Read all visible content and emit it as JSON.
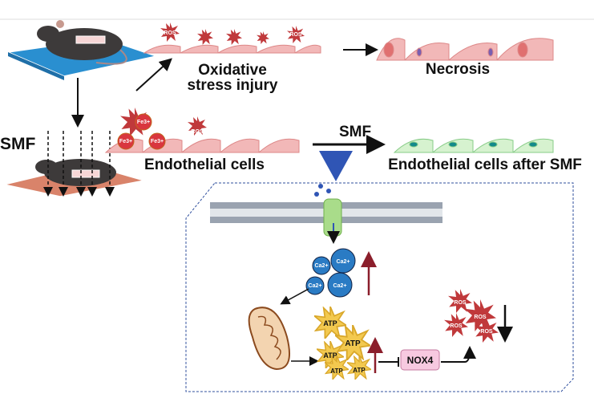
{
  "labels": {
    "oxidative_line1": "Oxidative",
    "oxidative_line2": "stress injury",
    "necrosis": "Necrosis",
    "smf_left": "SMF",
    "endothelial": "Endothelial cells",
    "smf_arrow": "SMF",
    "endothelial_after": "Endothelial cells after SMF",
    "ros": "ROS",
    "fe": "Fe3+",
    "ca": "Ca2+",
    "atp": "ATP",
    "nox4": "NOX4"
  },
  "colors": {
    "ros": "#c0393b",
    "cell_normal": "#f2b8b8",
    "cell_after": "#d6f2cf",
    "calcium": "#2a7bc4",
    "atp": "#f3c94f",
    "nox4": "#f7c9e0",
    "increase_arrow": "#8b1e2b",
    "box_border": "#2f4f9e",
    "platform_control": "#2a8fd0",
    "platform_smf": "#d9836a"
  }
}
